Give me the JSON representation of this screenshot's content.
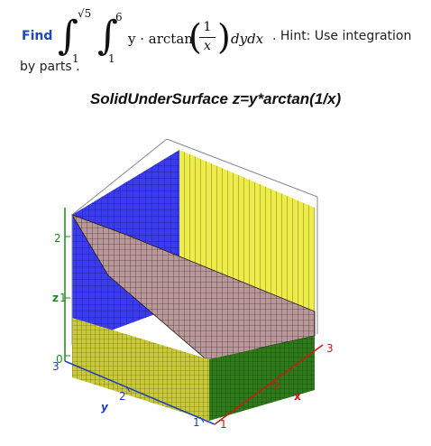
{
  "problem": {
    "find_label": "Find",
    "outer_upper": "√5",
    "outer_lower": "1",
    "inner_upper": "6",
    "inner_lower": "1",
    "integrand_y": "y · arctan",
    "frac_num": "1",
    "frac_den": "x",
    "differentials": "dydx",
    "hint": ". Hint: Use integration",
    "hint_cont": "by parts ."
  },
  "plot": {
    "title": "SolidUnderSurface z=y*arctan(1/x)",
    "z_axis_label": "z",
    "y_axis_label": "y",
    "x_axis_label": "x",
    "z_ticks": [
      "2",
      "1",
      "0"
    ],
    "y_ticks": [
      "3",
      "2",
      "1"
    ],
    "x_ticks": [
      "1",
      "2",
      "3"
    ],
    "colors": {
      "back_left_wall": "#3a3aee",
      "back_right_wall": "#ecec4a",
      "surface": "#b89898",
      "floor_front": "#c9c93a",
      "floor_right": "#2e7a1a",
      "z_axis": "#1a8a1a",
      "y_axis": "#1e3fbf",
      "x_axis": "#d01818"
    }
  }
}
